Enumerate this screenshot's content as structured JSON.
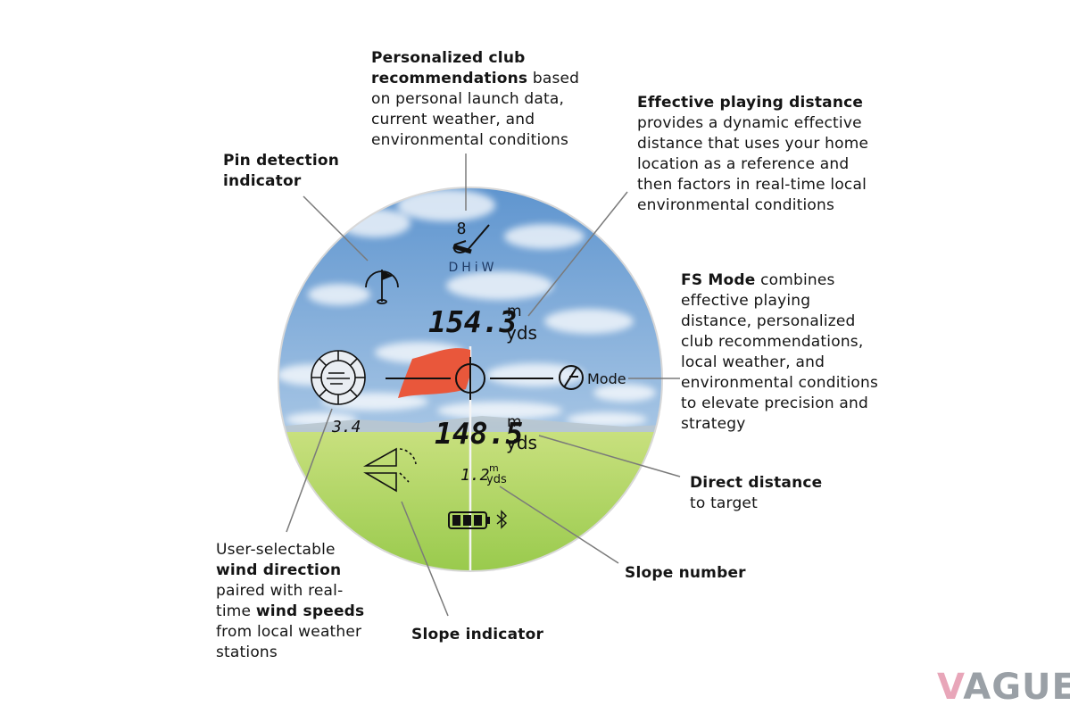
{
  "callouts": {
    "club": {
      "bold": "Personalized club recommendations",
      "rest": " based on personal launch data, current weather, and environmental conditions"
    },
    "pin": {
      "bold": "Pin detection indicator",
      "rest": ""
    },
    "effective": {
      "bold": "Effective playing distance",
      "rest": " provides a dynamic effective distance that uses your home location as a reference and then factors in real-time local environmental conditions"
    },
    "fsmode": {
      "bold": "FS Mode",
      "rest": " combines effective playing distance, personalized club recommendations, local weather, and environmental conditions to elevate precision and strategy"
    },
    "direct": {
      "bold": "Direct distance",
      "rest": "to target"
    },
    "slope_number": {
      "bold": "Slope number"
    },
    "slope_indicator": {
      "bold": "Slope indicator"
    },
    "wind": {
      "t1": "User-selectable ",
      "b1": "wind direction",
      "t2": " paired with real-time ",
      "b2": "wind speeds",
      "t3": " from local weather stations"
    }
  },
  "display": {
    "club_number": "8",
    "club_letters": "DHiW",
    "effective_distance": "154.3",
    "unit_m": "m",
    "unit_yds": "yds",
    "direct_distance": "148.5",
    "slope_value": "1.2",
    "wind_speed": "3.4",
    "mode_label": "Mode"
  },
  "brand": {
    "watermark_v": "V",
    "watermark_rest": "AGUE"
  },
  "colors": {
    "sky_top": "#5f95cf",
    "sky_bottom": "#cfe1f1",
    "grass_top": "#c8e07e",
    "grass_bottom": "#8cc43f",
    "flag": "#e9573b",
    "leader": "#7a7a7a"
  }
}
